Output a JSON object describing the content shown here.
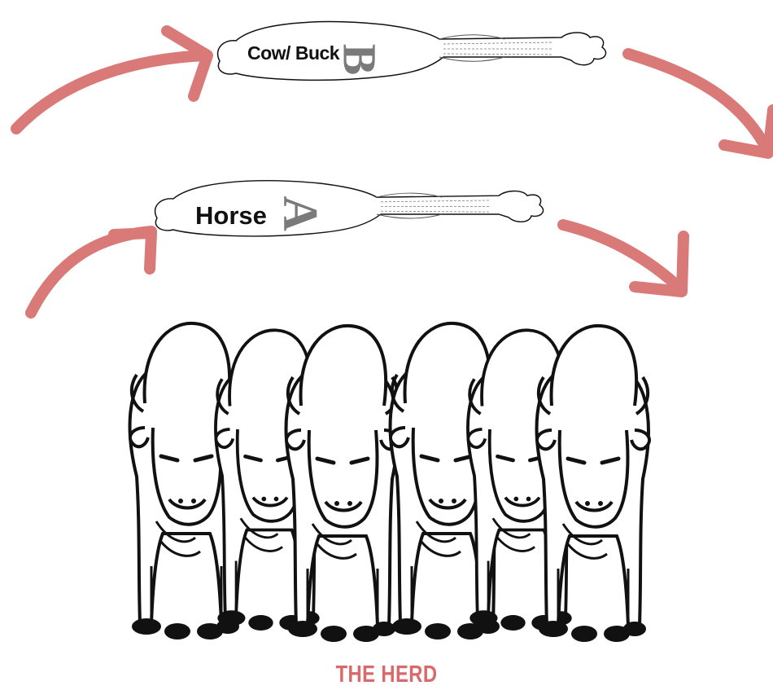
{
  "colors": {
    "arrow": "#d97a78",
    "caption": "#d9696a",
    "outline": "#111111",
    "letter": "#7a7a7a"
  },
  "animals": {
    "cow": {
      "label": "Cow/ Buck",
      "letter": "B"
    },
    "horse": {
      "label": "Horse",
      "letter": "A"
    }
  },
  "herd": {
    "caption": "THE HERD",
    "count": 6
  },
  "arrows": {
    "count": 4
  }
}
